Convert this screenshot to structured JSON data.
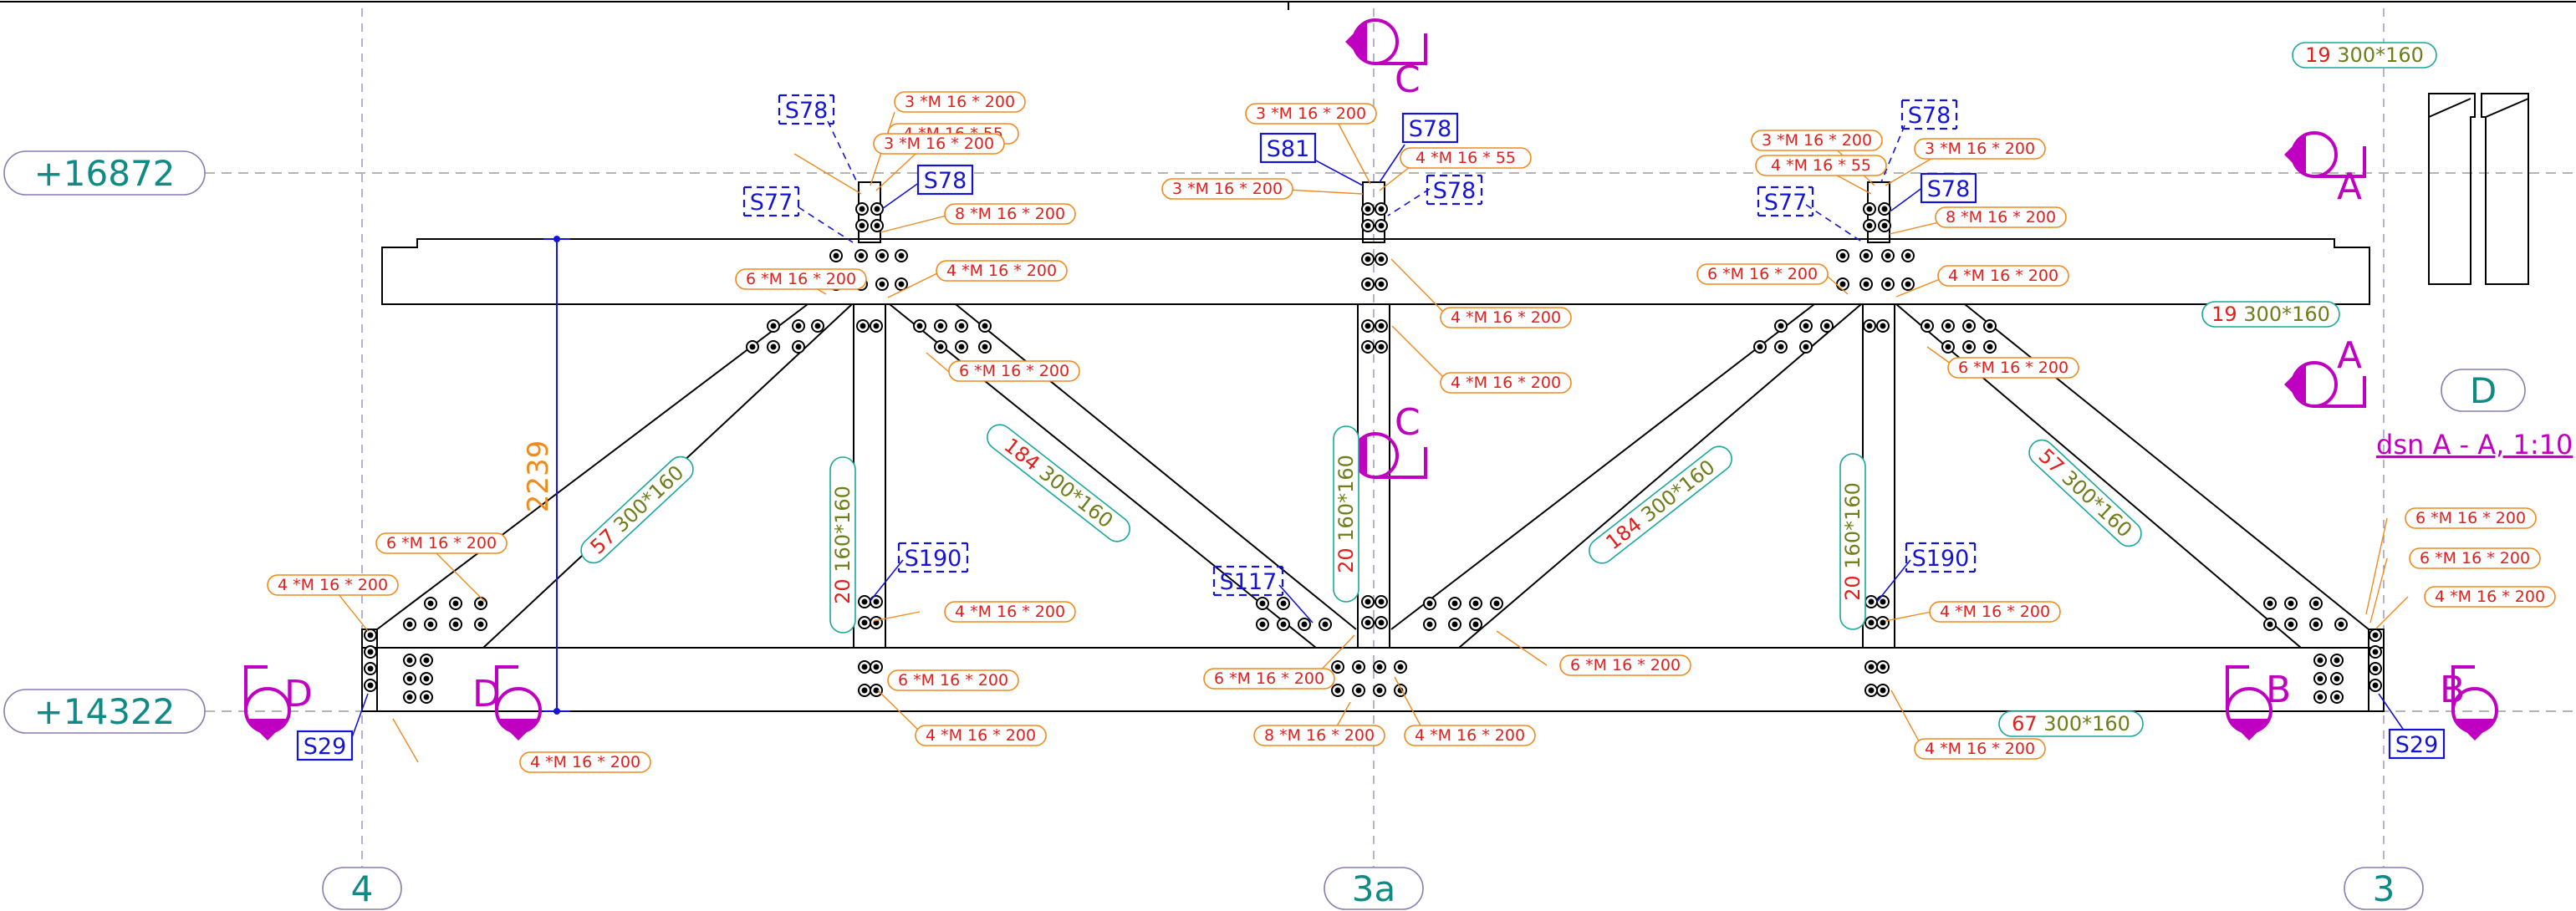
{
  "levels": [
    {
      "label": "+16872"
    },
    {
      "label": "+14322"
    }
  ],
  "axes": [
    {
      "label": "4"
    },
    {
      "label": "3a"
    },
    {
      "label": "3"
    },
    {
      "label": "D"
    }
  ],
  "dimension": {
    "value": "2239"
  },
  "section_title": "dsn A - A, 1:10",
  "sections": [
    "A",
    "A",
    "B",
    "B",
    "C",
    "C",
    "D",
    "D"
  ],
  "members": [
    {
      "num": "19",
      "size": "300*160"
    },
    {
      "num": "19",
      "size": "300*160"
    },
    {
      "num": "57",
      "size": "300*160"
    },
    {
      "num": "184",
      "size": "300*160"
    },
    {
      "num": "20",
      "size": "160*160"
    },
    {
      "num": "20",
      "size": "160*160"
    },
    {
      "num": "184",
      "size": "300*160"
    },
    {
      "num": "20",
      "size": "160*160"
    },
    {
      "num": "57",
      "size": "300*160"
    },
    {
      "num": "67",
      "size": "300*160"
    }
  ],
  "plates": [
    {
      "label": "S78"
    },
    {
      "label": "S78"
    },
    {
      "label": "S77"
    },
    {
      "label": "S81"
    },
    {
      "label": "S78"
    },
    {
      "label": "S78"
    },
    {
      "label": "S78"
    },
    {
      "label": "S78"
    },
    {
      "label": "S77"
    },
    {
      "label": "S190"
    },
    {
      "label": "S117"
    },
    {
      "label": "S190"
    },
    {
      "label": "S29"
    },
    {
      "label": "S29"
    }
  ],
  "bolts": [
    "3 *M 16 * 200",
    "4 *M 16 * 55",
    "3 *M 16 * 200",
    "8 *M 16 * 200",
    "6 *M 16 * 200",
    "4 *M 16 * 200",
    "6 *M 16 * 200",
    "6 *M 16 * 200",
    "4 *M 16 * 200",
    "4 *M 16 * 200",
    "6 *M 16 * 200",
    "4 *M 16 * 200",
    "4 *M 16 * 200",
    "3 *M 16 * 200",
    "4 *M 16 * 55",
    "3 *M 16 * 200",
    "4 *M 16 * 200",
    "4 *M 16 * 200",
    "6 *M 16 * 200",
    "8 *M 16 * 200",
    "4 *M 16 * 200",
    "6 *M 16 * 200",
    "3 *M 16 * 200",
    "4 *M 16 * 55",
    "3 *M 16 * 200",
    "8 *M 16 * 200",
    "6 *M 16 * 200",
    "4 *M 16 * 200",
    "6 *M 16 * 200",
    "4 *M 16 * 200",
    "4 *M 16 * 200",
    "6 *M 16 * 200",
    "6 *M 16 * 200",
    "4 *M 16 * 200"
  ]
}
